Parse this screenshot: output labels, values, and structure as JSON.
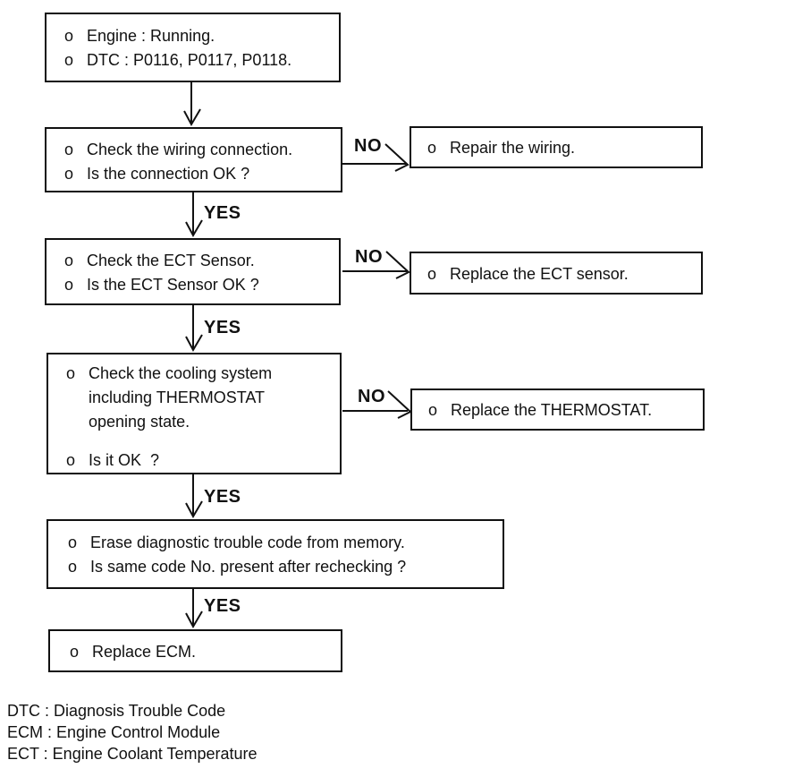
{
  "labels": {
    "yes": "YES",
    "no": "NO",
    "bullet": "o"
  },
  "boxes": {
    "start": {
      "lines": [
        "Engine : Running.",
        "DTC : P0116, P0117, P0118."
      ]
    },
    "check_wiring": {
      "lines": [
        "Check the wiring connection.",
        "Is the connection OK ?"
      ]
    },
    "repair_wiring": {
      "lines": [
        "Repair the wiring."
      ]
    },
    "check_ect": {
      "lines": [
        "Check the ECT Sensor.",
        "Is the ECT Sensor OK ?"
      ]
    },
    "replace_ect": {
      "lines": [
        "Replace the ECT sensor."
      ]
    },
    "check_cooling": {
      "lines": [
        "Check the cooling system\nincluding THERMOSTAT\nopening state.",
        "Is it OK  ?"
      ]
    },
    "replace_thermostat": {
      "lines": [
        "Replace the THERMOSTAT."
      ]
    },
    "erase_code": {
      "lines": [
        "Erase diagnostic trouble code from memory.",
        "Is same code No. present after rechecking ?"
      ]
    },
    "replace_ecm": {
      "lines": [
        "Replace ECM."
      ]
    }
  },
  "legend": [
    "DTC : Diagnosis Trouble Code",
    "ECM : Engine Control Module",
    "ECT : Engine Coolant Temperature"
  ],
  "colors": {
    "line": "#111111",
    "background": "#ffffff"
  }
}
